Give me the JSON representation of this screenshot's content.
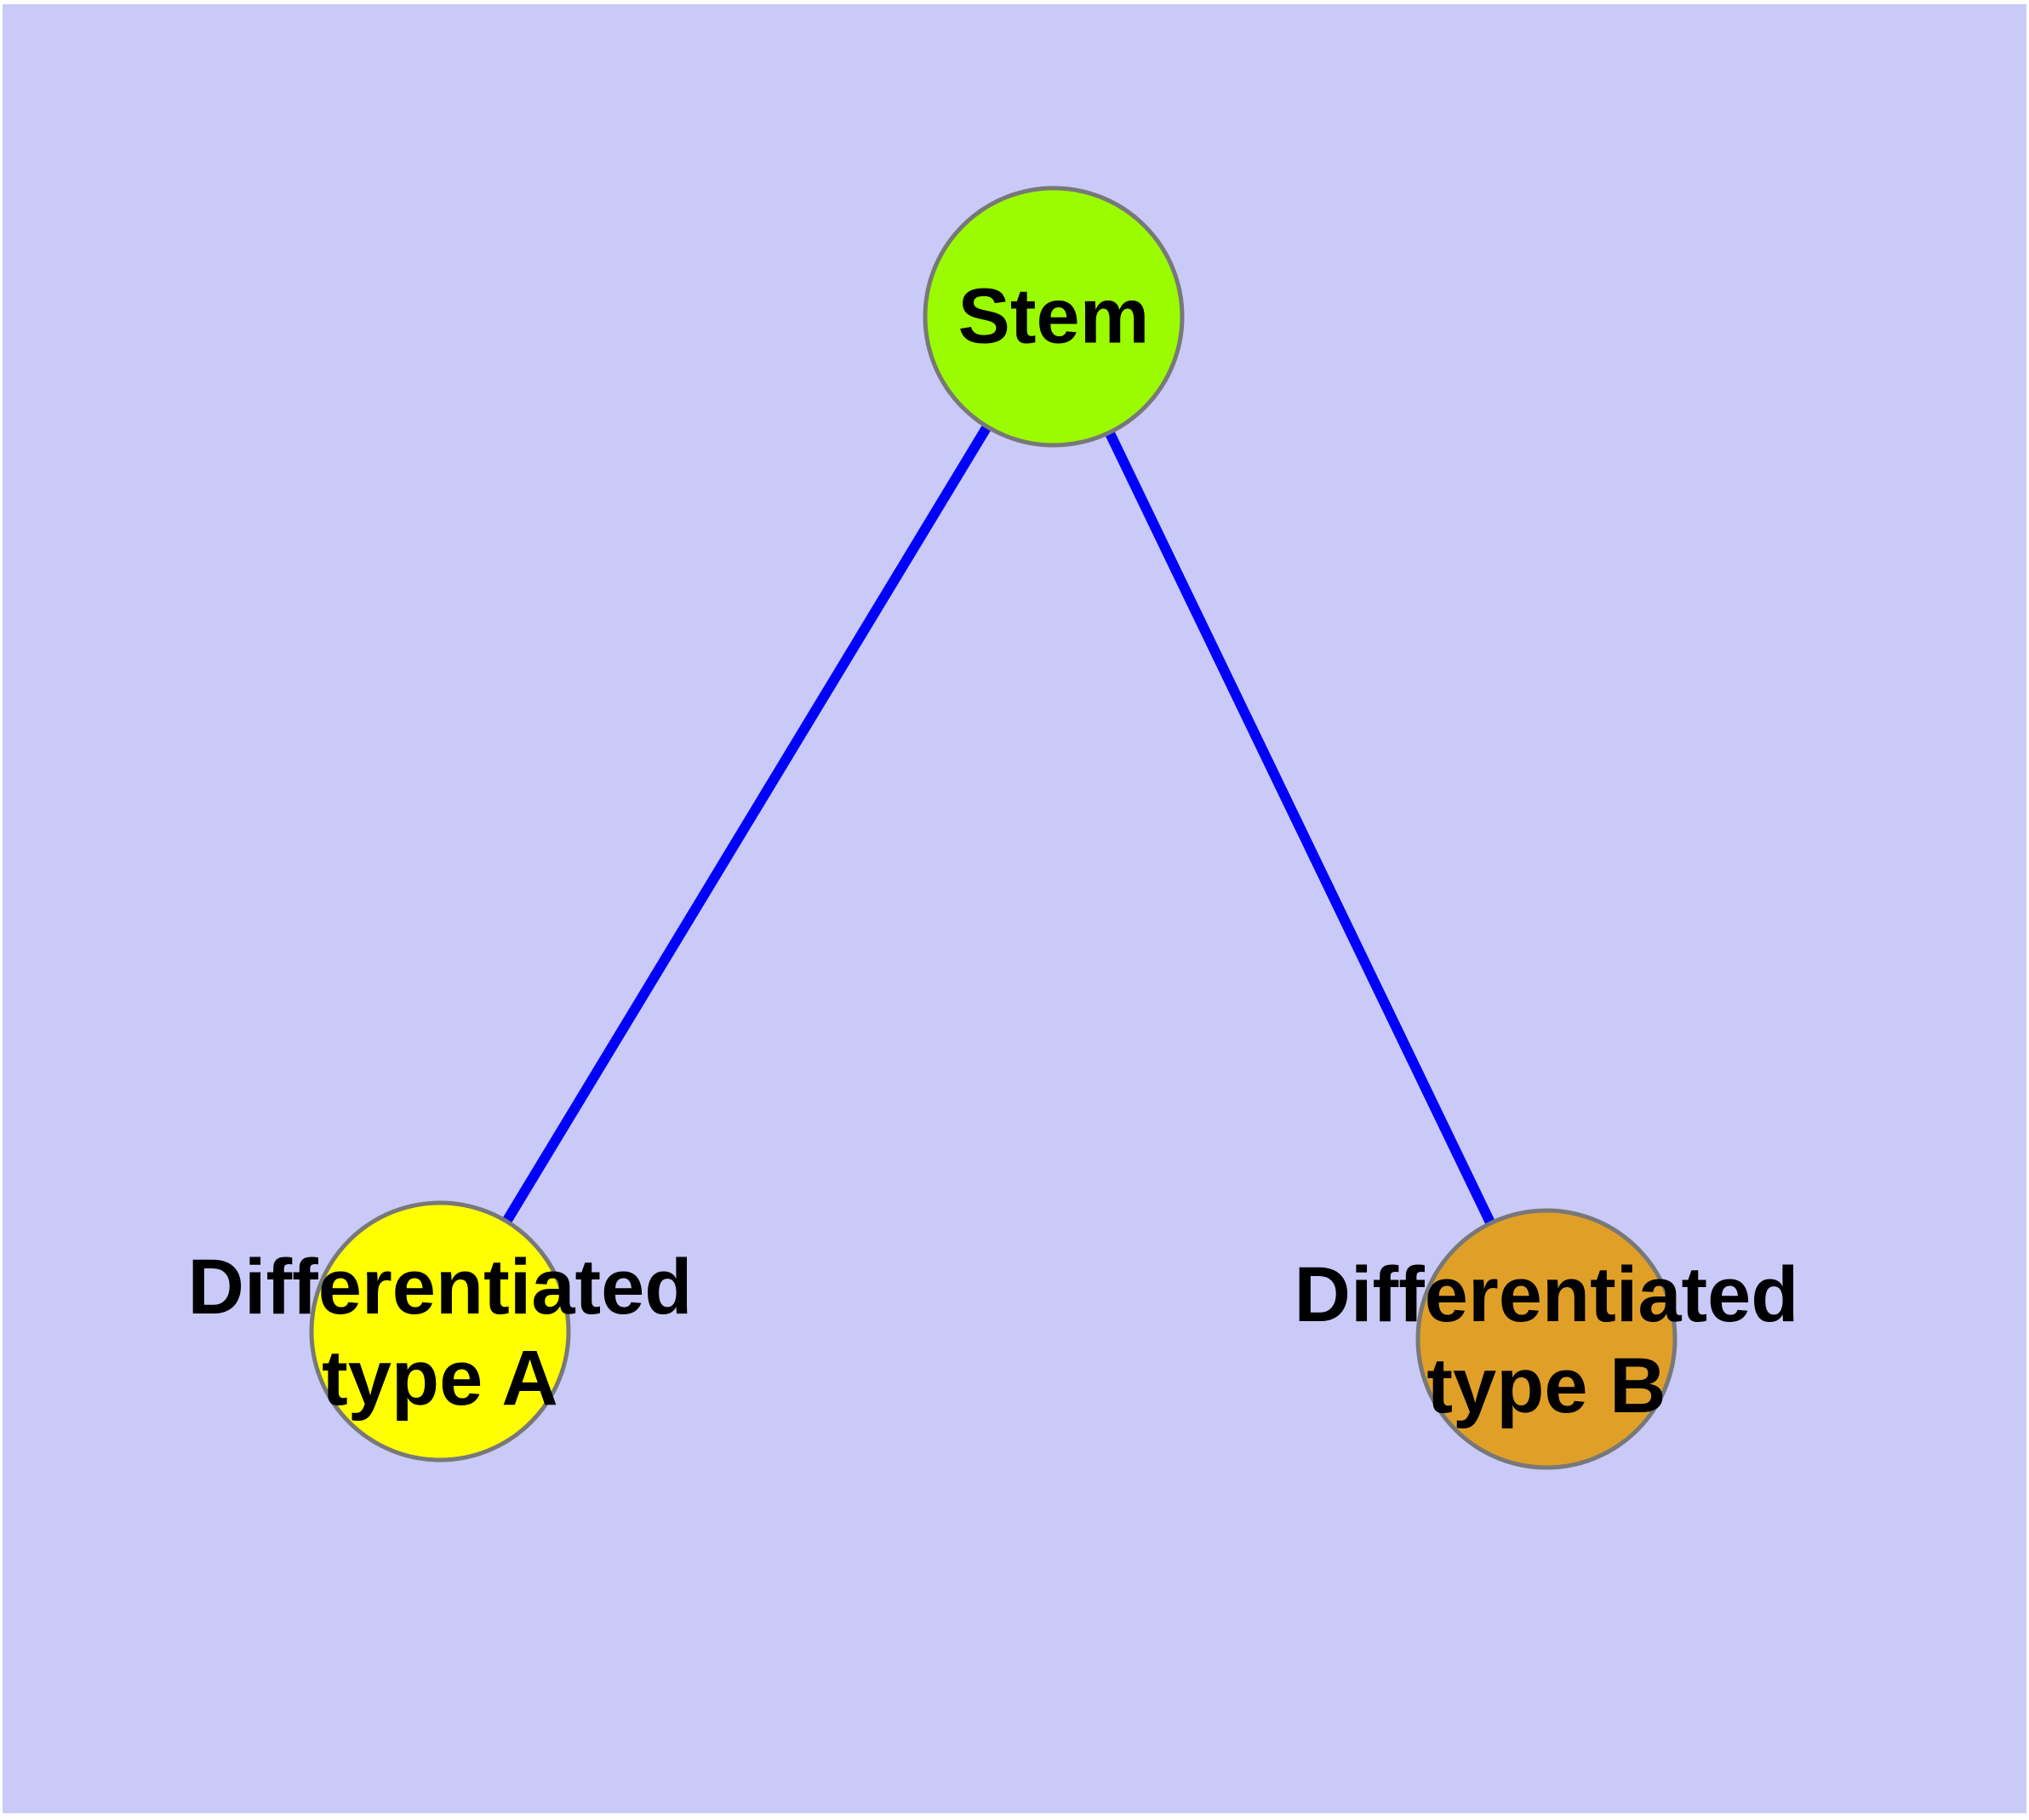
{
  "diagram": {
    "background_color": "#cacaf8",
    "edge_color": "#0000fb",
    "node_border_color": "#787878",
    "nodes": [
      {
        "id": "stem",
        "label": "Stem",
        "fill": "#9bfb00"
      },
      {
        "id": "differentiated-type-a",
        "label_line1": "Differentiated",
        "label_line2": "type A",
        "fill": "#ffff00"
      },
      {
        "id": "differentiated-type-b",
        "label_line1": "Differentiated",
        "label_line2": "type B",
        "fill": "#e0a028"
      }
    ],
    "edges": [
      {
        "from": "Stem",
        "to": "Differentiated type A"
      },
      {
        "from": "Stem",
        "to": "Differentiated type B"
      }
    ]
  }
}
